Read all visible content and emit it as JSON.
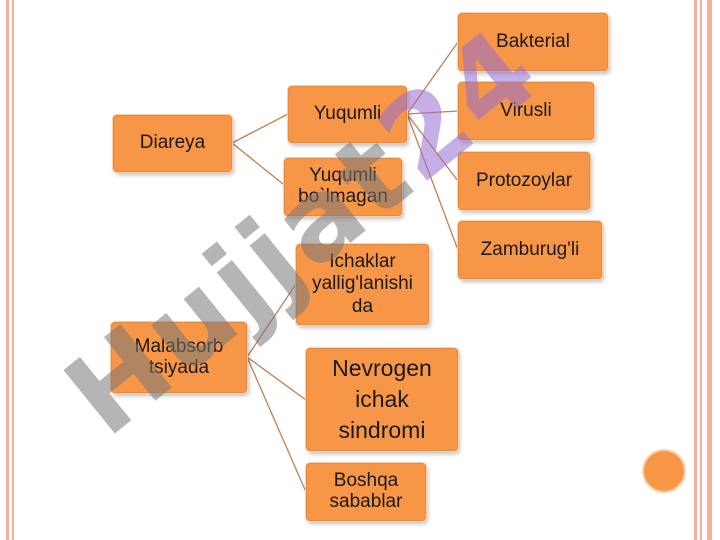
{
  "colors": {
    "box_fill": "#f79646",
    "connector": "#c0814e",
    "stripe": "#f4b09a",
    "watermark": "#8a8a8a",
    "watermark_accent": "#9b6fd6"
  },
  "nodes": {
    "diareya": "Diareya",
    "yuqumli": "Yuqumli",
    "yuqumli_bolmagan": [
      "Yuqumli",
      "bo`lmagan"
    ],
    "bakterial": "Bakterial",
    "virusli": "Virusli",
    "protozoylar": "Protozoylar",
    "zamburugli": "Zamburug'li",
    "malabsorbtsiya": [
      "Malabsorb",
      "tsiyada"
    ],
    "ichaklar": [
      "Ichaklar",
      "yallig'lanishi",
      "da"
    ],
    "nevrogen": [
      "Nevrogen",
      "ichak",
      "sindromi"
    ],
    "boshqa": [
      "Boshqa",
      "sabablar"
    ]
  },
  "watermark": {
    "text_main": "Hujjat",
    "text_accent": "24"
  }
}
